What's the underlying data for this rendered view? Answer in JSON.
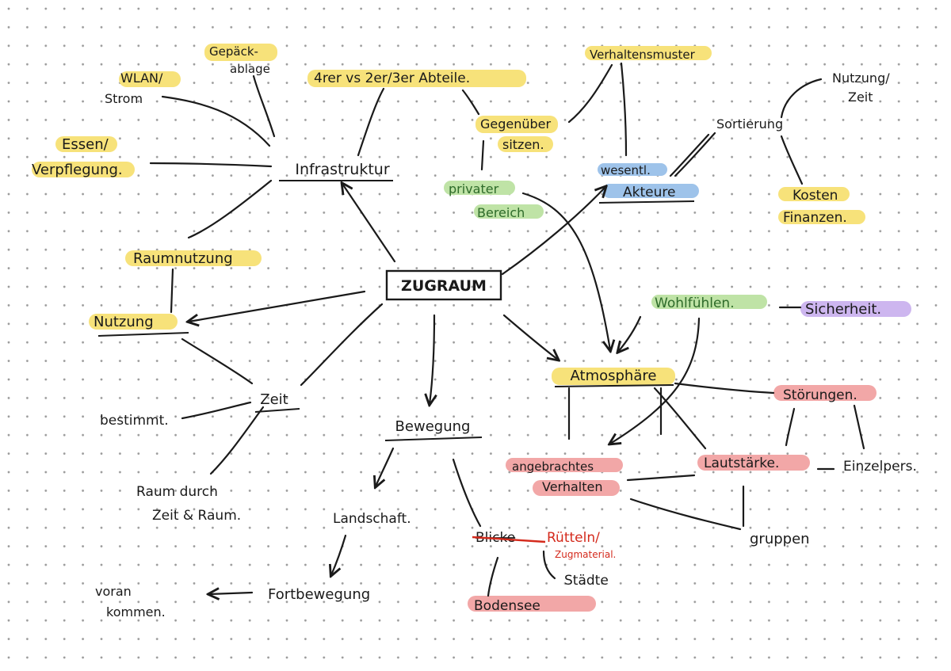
{
  "colors": {
    "ink": "#1a1a1a",
    "yellow": "#f7e27a",
    "green": "#bfe3a6",
    "blue": "#9ec3ea",
    "red": "#f2a7a7",
    "purple": "#cdb6ef",
    "strike_red": "#d42a1c",
    "text_green": "#2e6b2a"
  },
  "center": {
    "label": "ZUGRAUM"
  },
  "infra": {
    "label": "Infrastruktur",
    "wlan_1": "WLAN/",
    "wlan_2": "Strom",
    "gepaeck_1": "Gepäck-",
    "gepaeck_2": "ablage",
    "essen_1": "Essen/",
    "essen_2": "Verpflegung."
  },
  "nutzung": {
    "label": "Nutzung",
    "raumnutzung": "Raumnutzung"
  },
  "zeit": {
    "label": "Zeit",
    "bestimmt": "bestimmt.",
    "raum_1": "Raum durch",
    "raum_2": "Zeit & Raum."
  },
  "bewegung": {
    "label": "Bewegung",
    "landschaft": "Landschaft.",
    "fortbewegung": "Fortbewegung",
    "voran_1": "voran",
    "voran_2": "kommen.",
    "blicke_struck": "Blicke",
    "ruetteln_1": "Rütteln/",
    "ruetteln_2": "Zugmaterial.",
    "staedte": "Städte",
    "bodensee": "Bodensee"
  },
  "verhalten": {
    "vierer": "4rer vs 2er/3er Abteile.",
    "gegenueber_1": "Gegenüber",
    "gegenueber_2": "sitzen.",
    "privat_1": "privater",
    "privat_2": "Bereich",
    "muster": "Verhaltensmuster",
    "wesentl": "wesentl.",
    "akteure": "Akteure",
    "sortierung": "Sortierung",
    "nutzung_zeit_1": "Nutzung/",
    "nutzung_zeit_2": "Zeit",
    "kosten_1": "Kosten",
    "kosten_2": "Finanzen."
  },
  "atmosphaere": {
    "label": "Atmosphäre",
    "wohlfuehlen": "Wohlfühlen.",
    "sicherheit": "Sicherheit.",
    "stoerungen": "Störungen.",
    "lautstaerke": "Lautstärke.",
    "einzelpers": "Einzelpers.",
    "gruppen": "gruppen",
    "angebracht_1": "angebrachtes",
    "angebracht_2": "Verhalten"
  }
}
